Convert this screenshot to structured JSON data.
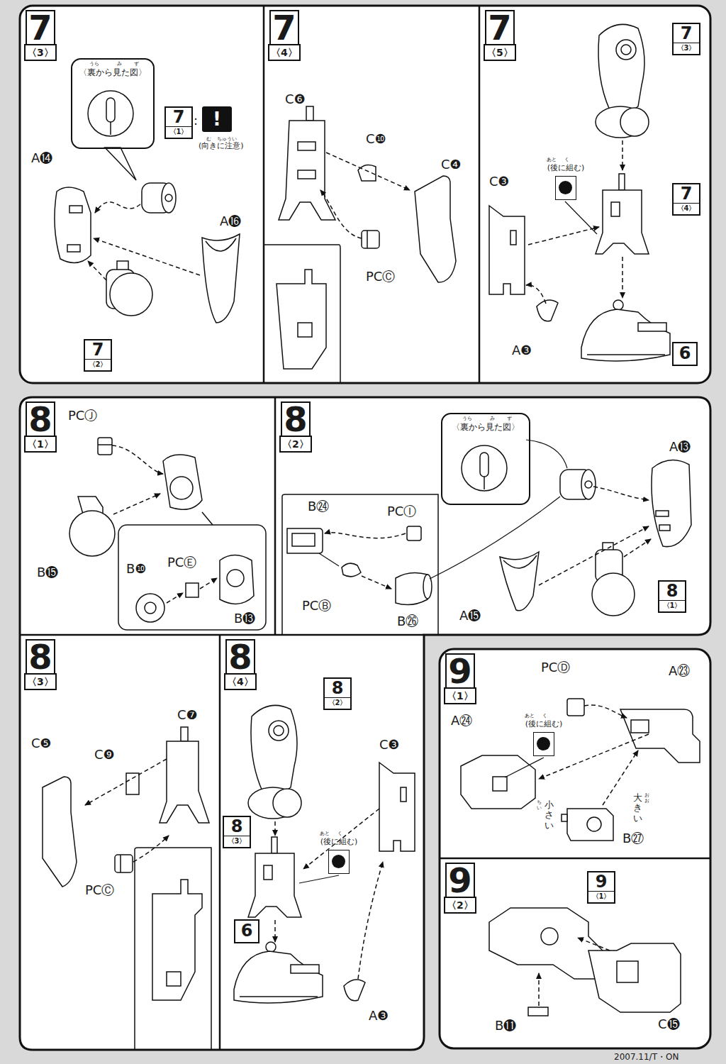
{
  "diagram": {
    "nodes": [
      {
        "text": [
          "7",
          "〈3〉"
        ]
      },
      {
        "text": [
          "〈裏から見た図〉"
        ],
        "in": 0
      },
      {
        "text": [
          "7",
          "〈1〉"
        ],
        "in": 0
      },
      {
        "text": [
          "!"
        ],
        "in": 0
      },
      {
        "text": [
          "7",
          "〈2〉"
        ],
        "in": 0
      },
      {
        "text": [
          "7",
          "〈4〉"
        ]
      },
      {
        "text": [
          "7",
          "〈5〉"
        ]
      },
      {
        "text": [
          "7",
          "〈3〉"
        ],
        "in": 6
      },
      {
        "text": [
          "(後に組む)"
        ],
        "in": 6
      },
      {
        "text": [
          "7",
          "〈4〉"
        ],
        "in": 6
      },
      {
        "text": [
          "6"
        ],
        "in": 6
      },
      {
        "text": [
          "8",
          "〈1〉"
        ]
      },
      {
        "text": [
          "8",
          "〈2〉"
        ]
      },
      {
        "text": [
          "〈裏から見た図〉"
        ],
        "in": 12
      },
      {
        "text": [
          "8",
          "〈1〉"
        ],
        "in": 12
      },
      {
        "text": [
          "8",
          "〈3〉"
        ]
      },
      {
        "text": [
          "8",
          "〈4〉"
        ]
      },
      {
        "text": [
          "8",
          "〈2〉"
        ],
        "in": 16
      },
      {
        "text": [
          "8",
          "〈3〉"
        ],
        "in": 16
      },
      {
        "text": [
          "(後に組む)"
        ],
        "in": 16
      },
      {
        "text": [
          "6"
        ],
        "in": 16
      },
      {
        "text": [
          "9",
          "〈1〉"
        ]
      },
      {
        "text": [
          "(後に組む)"
        ],
        "in": 21
      },
      {
        "text": [
          "9",
          "〈2〉"
        ]
      },
      {
        "text": [
          "9",
          "〈1〉"
        ],
        "in": 23
      }
    ],
    "labels": [
      "うら",
      "み",
      "ず",
      ":",
      "む",
      "ちゅうい",
      "(向きに注意)",
      "A⓮",
      "A⓰",
      "C❻",
      "C❿",
      "C❹",
      "PCⒸ",
      "あと",
      "く",
      "C❸",
      "A❸",
      "PCⒿ",
      "B⓯",
      "B❿",
      "PCⒺ",
      "B⓭",
      "うら",
      "み",
      "ず",
      "A⓭",
      "B㉔",
      "PCⒾ",
      "PCⒷ",
      "B㉖",
      "A⓯",
      "C❼",
      "C❺",
      "C❾",
      "PCⒸ",
      "あと",
      "く",
      "C❸",
      "A❸",
      "PCⒹ",
      "A㉓",
      "あと",
      "く",
      "A㉔",
      "おお",
      "大きい",
      "ちい",
      "小さい",
      "B㉗",
      "B⓫",
      "C⓯",
      "2007.11/T・ON"
    ]
  }
}
